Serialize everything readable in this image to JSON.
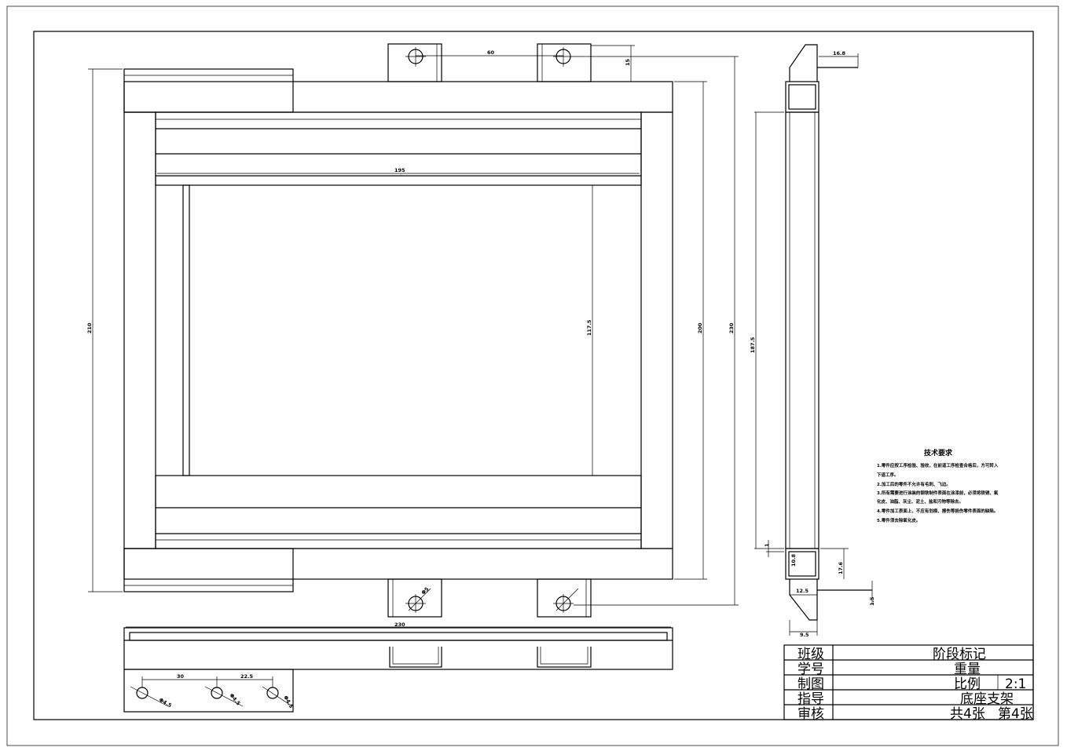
{
  "dimensions": {
    "top_width": "195",
    "height_left": "210",
    "height_right": "200",
    "height_outer": "230",
    "inner_height": "117.5",
    "tab_spacing": "60",
    "tab_height": "15",
    "side_view_height": "187.5",
    "side_top_offset": "16.8",
    "side_bottom_a": "10.8",
    "side_bottom_b": "17.6",
    "side_bottom_c": "12.5",
    "side_bottom_d": "1.5",
    "side_bottom_e": "9.5",
    "side_bottom_f": "1",
    "bottom_tab_hole": "Φ5",
    "bottom_view_width": "230",
    "detail_spacing_1": "30",
    "detail_spacing_2": "22.5",
    "detail_hole_1": "Φ4.5",
    "detail_hole_2": "Φ4.5",
    "detail_hole_3": "Φ4.5"
  },
  "tech_requirements": {
    "title": "技术要求",
    "items": [
      "1.零件应按工序检验、验收，在前道工序检查合格后，方可转入",
      "下道工序。",
      "2.加工后的零件不允许有毛刺、飞边。",
      "3.所有需要进行涂装的钢铁制件表面在涂漆前，必须将铁锈、氧",
      "化皮、油脂、灰尘、泥土、盐和污物等除去。",
      "4.零件加工表面上，不应有划痕、擦伤等损伤零件表面的缺陷。",
      "5.零件须去除氧化皮。"
    ]
  },
  "title_block": {
    "class_label": "班级",
    "student_no_label": "学号",
    "drawn_label": "制图",
    "guide_label": "指导",
    "review_label": "审核",
    "stage_mark_label": "阶段标记",
    "weight_label": "重量",
    "scale_label": "比例",
    "scale_value": "2:1",
    "part_name": "底座支架",
    "sheet_info": "共4张   第4张"
  }
}
